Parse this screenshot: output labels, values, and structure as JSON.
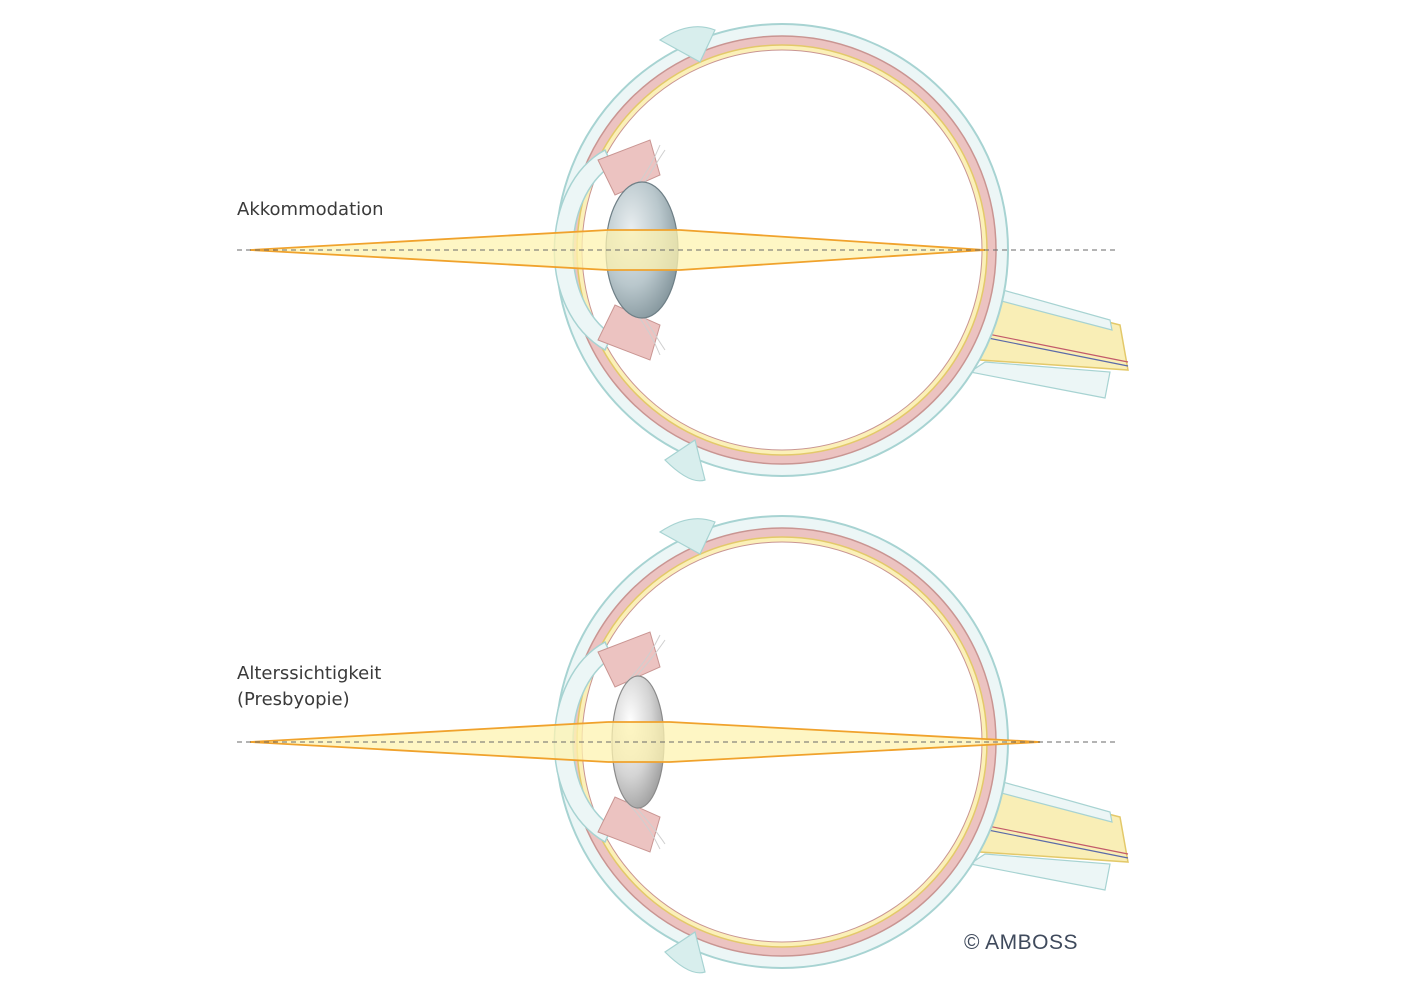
{
  "panels": [
    {
      "id": "accommodation",
      "label_lines": [
        "Akkommodation"
      ],
      "focus": "on-retina"
    },
    {
      "id": "presbyopia",
      "label_lines": [
        "Alterssichtigkeit",
        "(Presbyopie)"
      ],
      "focus": "behind-retina"
    }
  ],
  "copyright": "© AMBOSS",
  "colors": {
    "sclera_fill": "#ecf6f6",
    "sclera_stroke": "#a7d3d2",
    "choroid": "#ecc3c1",
    "choroid_stroke": "#c99592",
    "retina": "#fbf0b8",
    "retina_stroke": "#e3c96a",
    "light_ray": "#f0a22c",
    "light_fill": "#fdf3b0",
    "optic_nerve": "#f9eeb6",
    "axis_line": "#6a6a6a",
    "lens_accommodated": "#9fb0b6",
    "lens_relaxed": "#bdbdbd",
    "text": "#3a3a3a"
  }
}
